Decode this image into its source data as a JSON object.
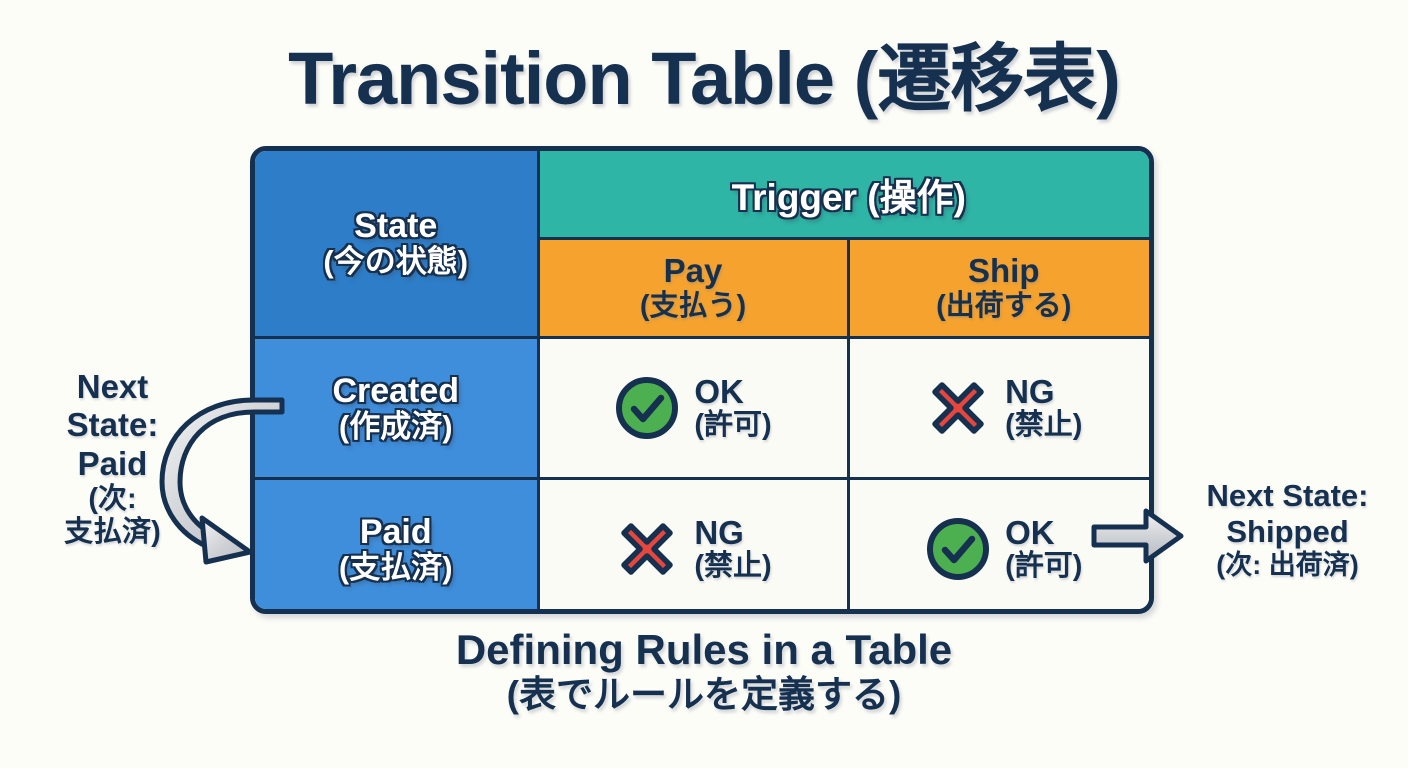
{
  "title": "Transition Table (遷移表)",
  "table": {
    "state_header": {
      "en": "State",
      "jp": "(今の状態)"
    },
    "trigger_header": "Trigger (操作)",
    "triggers": [
      {
        "en": "Pay",
        "jp": "(支払う)"
      },
      {
        "en": "Ship",
        "jp": "(出荷する)"
      }
    ],
    "rows": [
      {
        "state": {
          "en": "Created",
          "jp": "(作成済)"
        },
        "cells": [
          {
            "icon": "check-circle-icon",
            "en": "OK",
            "jp": "(許可)"
          },
          {
            "icon": "cross-mark-icon",
            "en": "NG",
            "jp": "(禁止)"
          }
        ]
      },
      {
        "state": {
          "en": "Paid",
          "jp": "(支払済)"
        },
        "cells": [
          {
            "icon": "cross-mark-icon",
            "en": "NG",
            "jp": "(禁止)"
          },
          {
            "icon": "check-circle-icon",
            "en": "OK",
            "jp": "(許可)"
          }
        ]
      }
    ]
  },
  "annotations": {
    "left": {
      "en": "Next\nState:\nPaid",
      "jp": "(次:\n支払済)"
    },
    "left_line1": "Next",
    "left_line2": "State:",
    "left_line3": "Paid",
    "left_jp1": "(次:",
    "left_jp2": "支払済)",
    "right_line1": "Next State:",
    "right_line2": "Shipped",
    "right_jp": "(次: 出荷済)"
  },
  "caption": {
    "en": "Defining Rules in a Table",
    "jp": "(表でルールを定義する)"
  },
  "colors": {
    "background": "#fdfdf8",
    "navy": "#16304f",
    "header_blue": "#2e7dc8",
    "state_blue": "#3f8edc",
    "teal": "#2eb5a5",
    "orange": "#f5a22e",
    "green": "#4caf50",
    "red": "#e8453c",
    "cell_white": "#fbfbf6",
    "arrow_gray": "#cfd2d6"
  }
}
